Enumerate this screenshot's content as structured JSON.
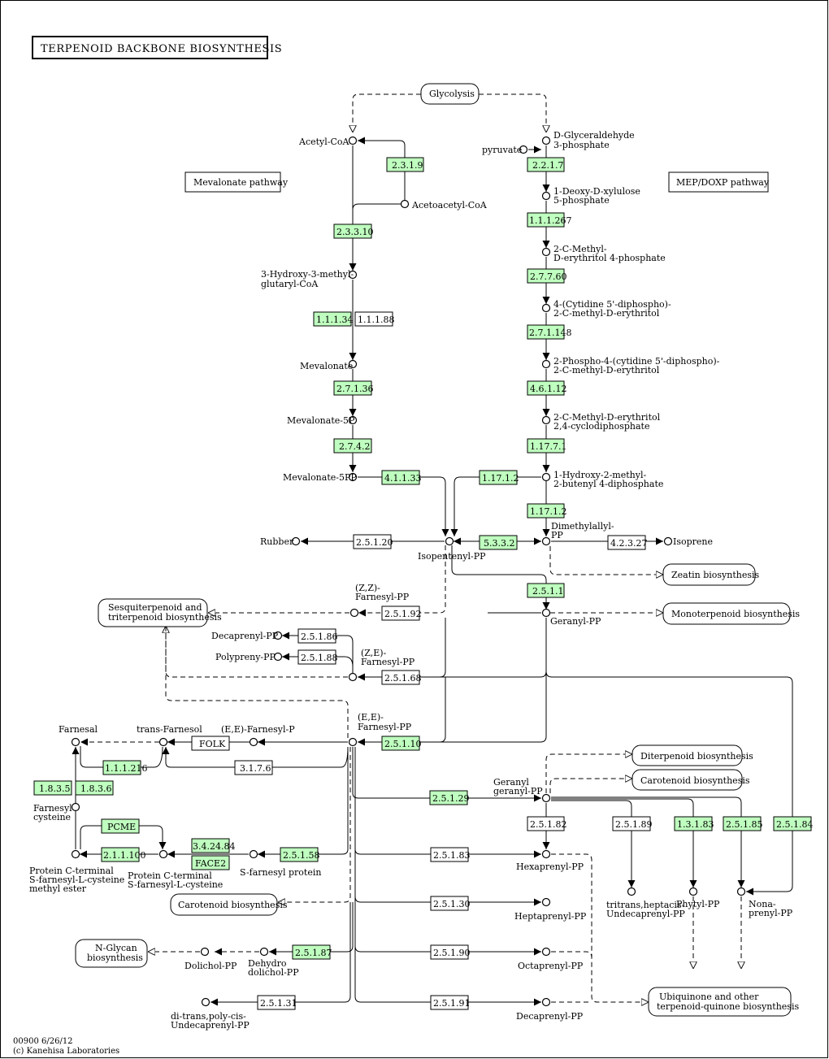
{
  "title": "TERPENOID BACKBONE BIOSYNTHESIS",
  "footer": {
    "id_line": "00900 6/26/12",
    "copyright": "(c) Kanehisa Laboratories"
  },
  "labels": {
    "mevalonate_pathway": "Mevalonate pathway",
    "mep_pathway": "MEP/DOXP pathway"
  },
  "maps": {
    "glycolysis": "Glycolysis",
    "zeatin": "Zeatin biosynthesis",
    "monoterpenoid": "Monoterpenoid biosynthesis",
    "sesq_1": "Sesquiterpenoid and",
    "sesq_2": "triterpenoid biosynthesis",
    "diterpenoid": "Diterpenoid biosynthesis",
    "carotenoid_right": "Carotenoid biosynthesis",
    "carotenoid_left": "Carotenoid biosynthesis",
    "nglycan_1": "N-Glycan",
    "nglycan_2": "biosynthesis",
    "ubiq_1": "Ubiquinone and other",
    "ubiq_2": "terpenoid-quinone biosynthesis"
  },
  "compounds": {
    "acetyl_coa": "Acetyl-CoA",
    "acetoacetyl_coa": "Acetoacetyl-CoA",
    "hmg_1": "3-Hydroxy-3-methyl-",
    "hmg_2": "glutaryl-CoA",
    "mevalonate": "Mevalonate",
    "mevalonate_5p": "Mevalonate-5P",
    "mevalonate_5pp": "Mevalonate-5PP",
    "pyruvate": "pyruvate",
    "gap_1": "D-Glyceraldehyde",
    "gap_2": "3-phosphate",
    "dxp_1": "1-Deoxy-D-xylulose",
    "dxp_2": "5-phosphate",
    "mep_1": "2-C-Methyl-",
    "mep_2": "D-erythritol 4-phosphate",
    "cdp_1": "4-(Cytidine 5'-diphospho)-",
    "cdp_2": "2-C-methyl-D-erythritol",
    "cdpp_1": "2-Phospho-4-(cytidine 5'-diphospho)-",
    "cdpp_2": "2-C-methyl-D-erythritol",
    "mecpp_1": "2-C-Methyl-D-erythritol",
    "mecpp_2": "2,4-cyclodiphosphate",
    "hmbpp_1": "1-Hydroxy-2-methyl-",
    "hmbpp_2": "2-butenyl 4-diphosphate",
    "dmapp_1": "Dimethylallyl-",
    "dmapp_2": "PP",
    "isoprene": "Isoprene",
    "rubber": "Rubber",
    "ipp": "Isopentenyl-PP",
    "gpp": "Geranyl-PP",
    "zz_fpp_1": "(Z,Z)-",
    "zz_fpp_2": "Farnesyl-PP",
    "ze_fpp_1": "(Z,E)-",
    "ze_fpp_2": "Farnesyl-PP",
    "decaprenyl_top": "Decaprenyl-PP",
    "polyprenyl": "Polypreny-PP",
    "ee_fpp_1": "(E,E)-",
    "ee_fpp_2": "Farnesyl-PP",
    "farnesal": "Farnesal",
    "trans_farnesol": "trans-Farnesol",
    "ee_fp": "(E,E)-Farnesyl-P",
    "farnesyl_cys_1": "Farnesyl",
    "farnesyl_cys_2": "cysteine",
    "pct_me_1": "Protein C-terminal",
    "pct_me_2": "S-farnesyl-L-cysteine",
    "pct_me_3": "methyl ester",
    "pct_1": "Protein C-terminal",
    "pct_2": "S-farnesyl-L-cysteine",
    "sfp": "S-farnesyl protein",
    "ggpp_1": "Geranyl",
    "ggpp_2": "geranyl-PP",
    "hexaprenyl": "Hexaprenyl-PP",
    "heptaprenyl": "Heptaprenyl-PP",
    "octaprenyl": "Octaprenyl-PP",
    "decaprenyl_bot": "Decaprenyl-PP",
    "tritrans_1": "tritrans,heptacis-",
    "tritrans_2": "Undecaprenyl-PP",
    "phytyl": "Phytyl-PP",
    "nona_1": "Nona-",
    "nona_2": "prenyl-PP",
    "dolichol": "Dolichol-PP",
    "dehydro_1": "Dehydro",
    "dehydro_2": "dolichol-PP",
    "ditrans_1": "di-trans,poly-cis-",
    "ditrans_2": "Undecaprenyl-PP"
  },
  "enzymes": {
    "e2319": "2.3.1.9",
    "e23310": "2.3.3.10",
    "e11134": "1.1.1.34",
    "e11188": "1.1.1.88",
    "e27136": "2.7.1.36",
    "e2742": "2.7.4.2",
    "e41133": "4.1.1.33",
    "e2217": "2.2.1.7",
    "e111267": "1.1.1.267",
    "e27760": "2.7.7.60",
    "e271148": "2.7.1.148",
    "e46112": "4.6.1.12",
    "e11771": "1.17.7.1",
    "e11712a": "1.17.1.2",
    "e11712b": "1.17.1.2",
    "e5332": "5.3.3.2",
    "e42327": "4.2.3.27",
    "e25120": "2.5.1.20",
    "e2511": "2.5.1.1",
    "e25192": "2.5.1.92",
    "e25186": "2.5.1.86",
    "e25188": "2.5.1.88",
    "e25168": "2.5.1.68",
    "e25110": "2.5.1.10",
    "folk": "FOLK",
    "e3176": "3.1.7.6",
    "e111216": "1.1.1.216",
    "e1835": "1.8.3.5",
    "e1836": "1.8.3.6",
    "pcme": "PCME",
    "e342484": "3.4.24.84",
    "face2": "FACE2",
    "e211100": "2.1.1.100",
    "e25158": "2.5.1.58",
    "e25129": "2.5.1.29",
    "e25182": "2.5.1.82",
    "e25189": "2.5.1.89",
    "e13183": "1.3.1.83",
    "e25185": "2.5.1.85",
    "e25184": "2.5.1.84",
    "e25183": "2.5.1.83",
    "e25130": "2.5.1.30",
    "e25190": "2.5.1.90",
    "e25191": "2.5.1.91",
    "e25187": "2.5.1.87",
    "e25131": "2.5.1.31"
  }
}
